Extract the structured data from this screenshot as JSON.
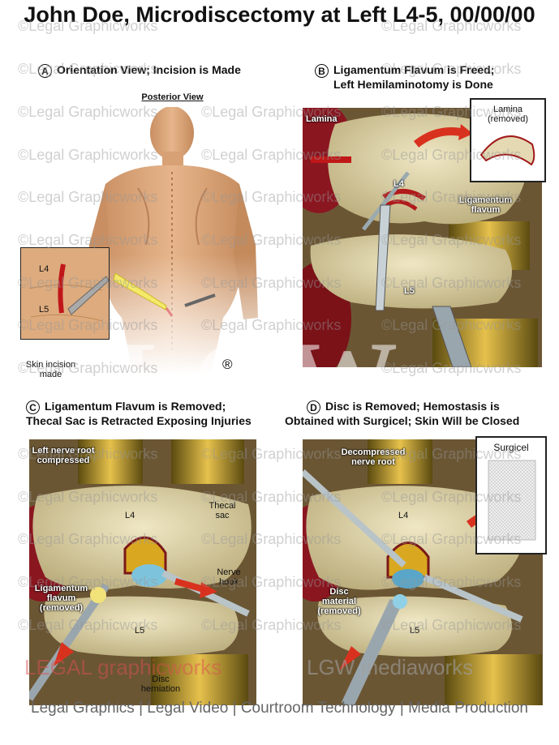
{
  "title": "John Doe, Microdiscectomy at Left L4-5, 00/00/00",
  "watermark": "©Legal Graphicworks",
  "big_watermark": "LGW",
  "registered_mark": "®",
  "panels": {
    "a": {
      "letter": "A",
      "caption": "Orientation View; Incision is Made",
      "posterior_view": "Posterior View",
      "inset_l4": "L4",
      "inset_l5": "L5",
      "skin_incision": "Skin incision made"
    },
    "b": {
      "letter": "B",
      "caption_line1": "Ligamentum Flavum is Freed;",
      "caption_line2": "Left Hemilaminotomy is Done",
      "lamina": "Lamina",
      "l4": "L4",
      "l5": "L5",
      "ligamentum_flavum": "Ligamentum flavum",
      "inset_title": "Lamina (removed)"
    },
    "c": {
      "letter": "C",
      "caption_line1": "Ligamentum Flavum is Removed;",
      "caption_line2": "Thecal Sac is Retracted Exposing Injuries",
      "left_nerve_root": "Left nerve root compressed",
      "l4": "L4",
      "l5": "L5",
      "thecal_sac": "Thecal sac",
      "nerve_hook": "Nerve hook",
      "ligamentum_removed": "Ligamentum flavum (removed)",
      "disc_herniation": "Disc herniation"
    },
    "d": {
      "letter": "D",
      "caption_line1": "Disc is Removed; Hemostasis is",
      "caption_line2": "Obtained with Surgicel; Skin Will be Closed",
      "decompressed": "Decompressed nerve root",
      "l4": "L4",
      "l5": "L5",
      "disc_material": "Disc material (removed)",
      "surgicel": "Surgicel"
    }
  },
  "logos": {
    "left": "LEGAL graphicworks",
    "right": "LGW mediaworks"
  },
  "footer": "Legal Graphics | Legal Video | Courtroom Technology | Media Production"
}
